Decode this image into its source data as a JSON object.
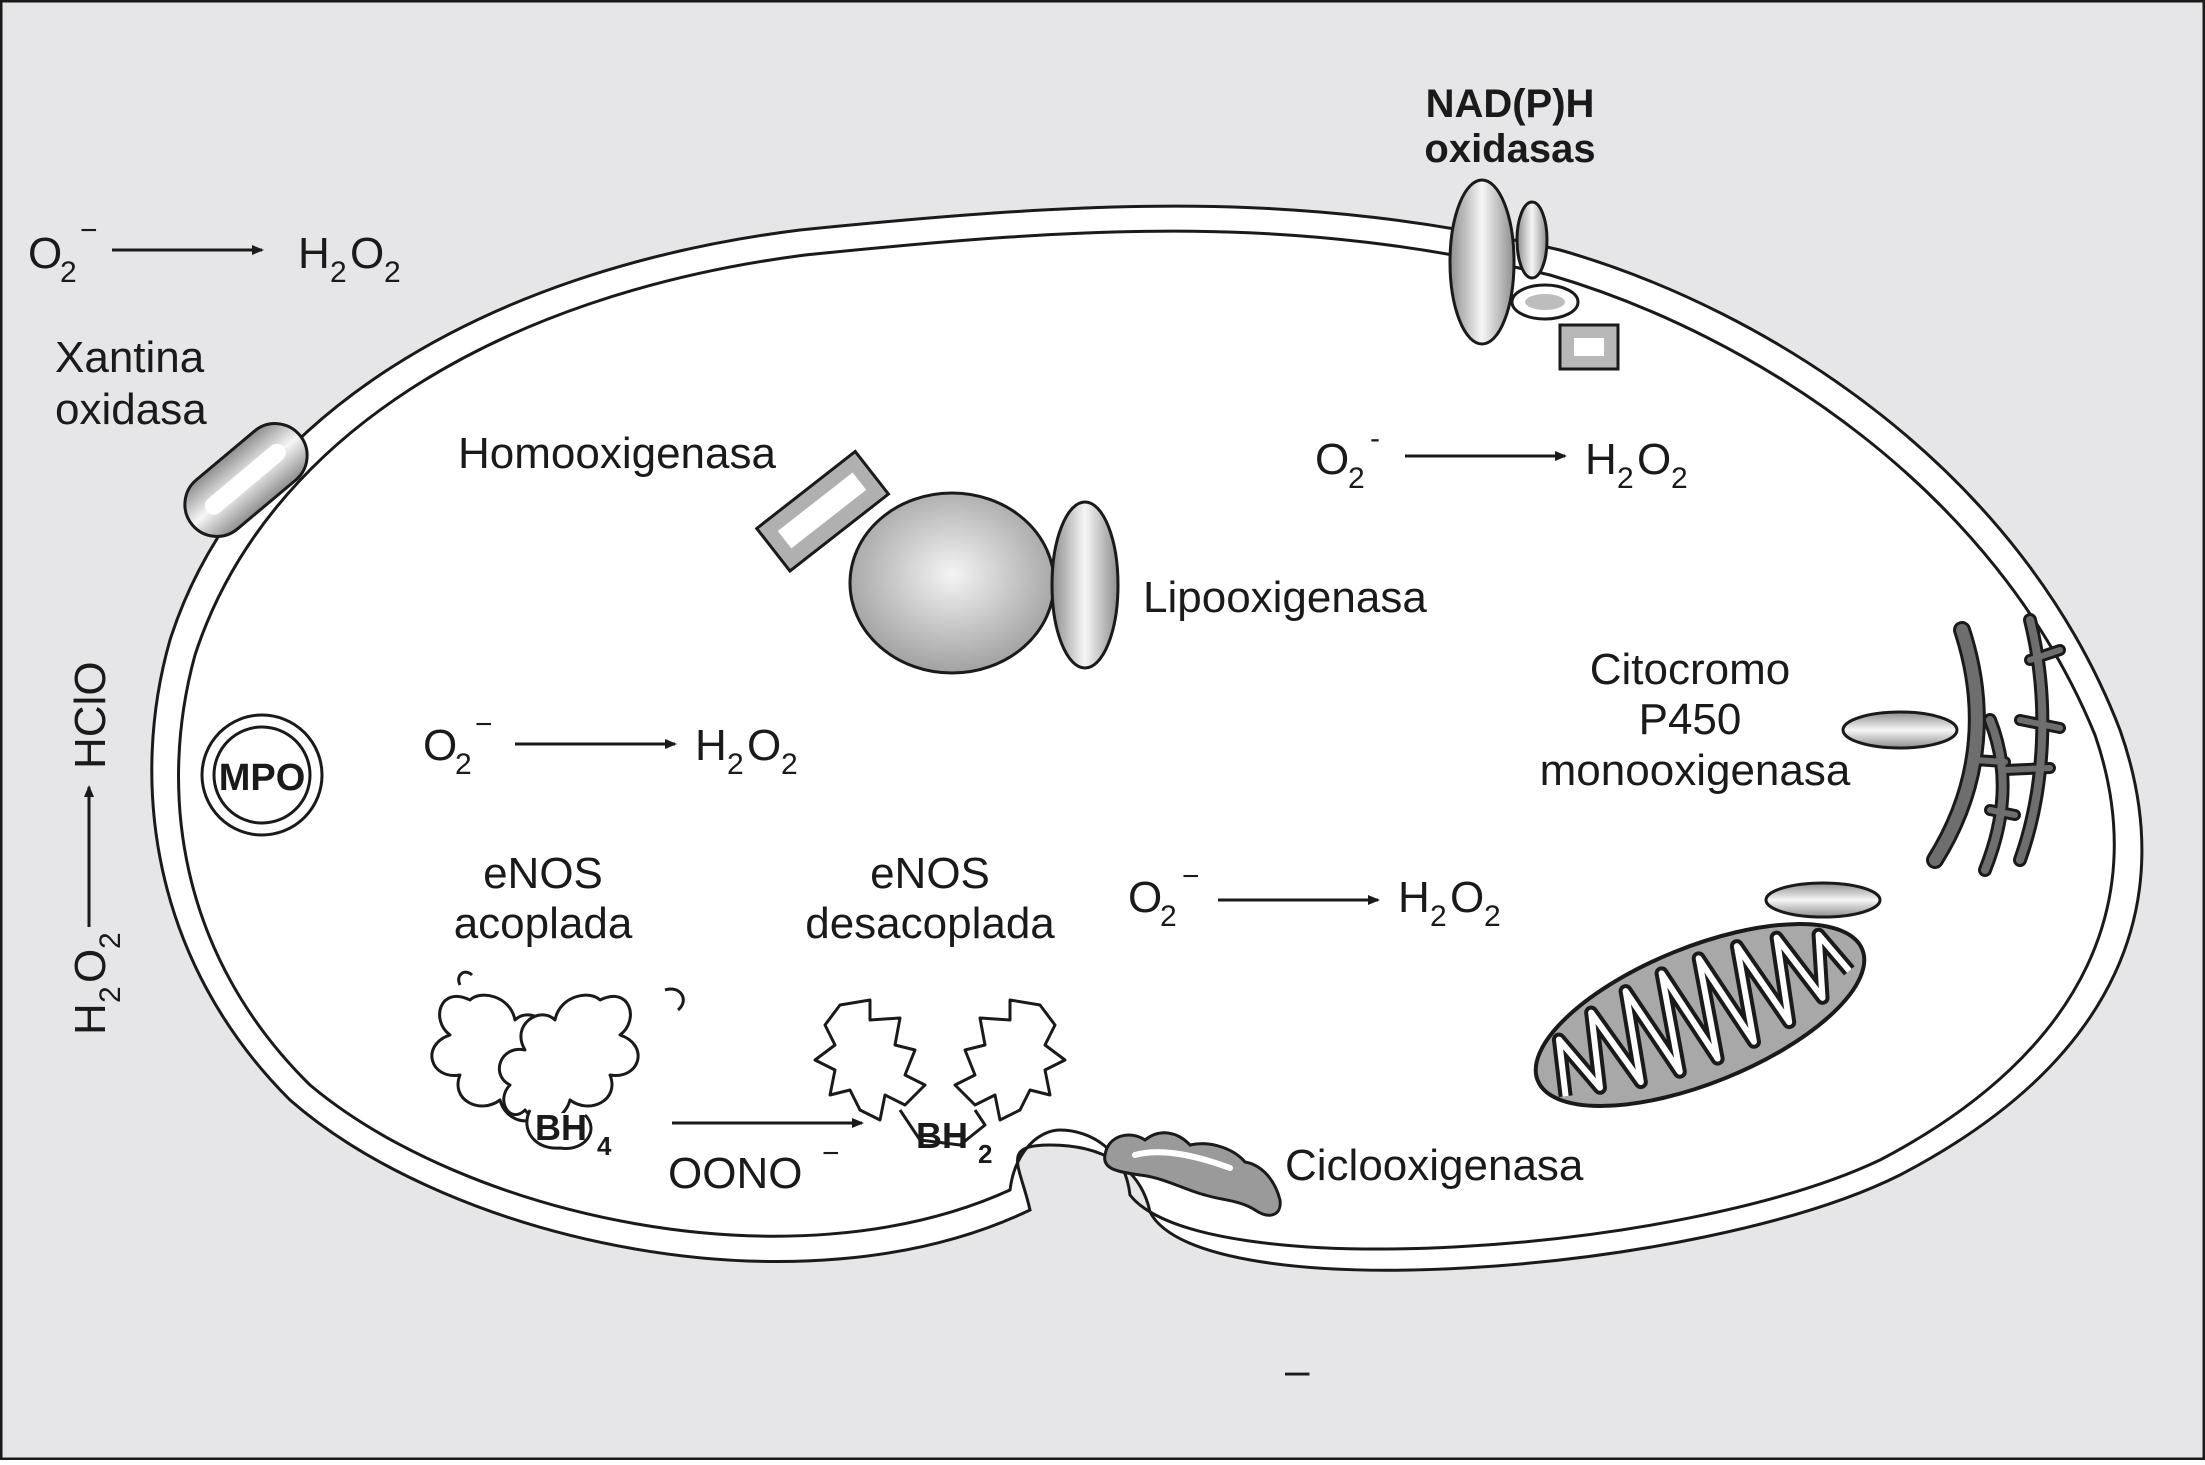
{
  "colors": {
    "background": "#e6e6e8",
    "cell_fill": "#ffffff",
    "outline": "#1a1a1a",
    "organelle_gray": "#9a9a9a",
    "er_gray": "#6e6e6e"
  },
  "extracellular": {
    "reaction_top_left": {
      "reactant": "O",
      "reactant_sub": "2",
      "reactant_sup": "−",
      "product_a": "H",
      "product_a_sub": "2",
      "product_b": "O",
      "product_b_sub": "2"
    },
    "xanthine_oxidase": {
      "line1": "Xantina",
      "line2": "oxidasa"
    },
    "vertical_reaction": {
      "reactant": "H",
      "reactant_sub": "2",
      "reactant_b": "O",
      "reactant_b_sub": "2",
      "product": "HClO"
    },
    "nadph_oxidases": {
      "line1": "NAD(P)H",
      "line2": "oxidasas"
    },
    "membrane_charge": "–"
  },
  "intracellular": {
    "heme_oxygenase": "Homooxigenasa",
    "lipoxygenase": "Lipooxigenasa",
    "mpo": "MPO",
    "reaction_right_top": {
      "reactant": "O",
      "reactant_sub": "2",
      "reactant_sup": "-",
      "product_a": "H",
      "product_a_sub": "2",
      "product_b": "O",
      "product_b_sub": "2"
    },
    "reaction_center": {
      "reactant": "O",
      "reactant_sub": "2",
      "reactant_sup": "−",
      "product_a": "H",
      "product_a_sub": "2",
      "product_b": "O",
      "product_b_sub": "2"
    },
    "reaction_lower": {
      "reactant": "O",
      "reactant_sub": "2",
      "reactant_sup": "−",
      "product_a": "H",
      "product_a_sub": "2",
      "product_b": "O",
      "product_b_sub": "2"
    },
    "cytochrome": {
      "line1": "Citocromo",
      "line2": "P450",
      "line3": "monooxigenasa"
    },
    "enos_coupled": {
      "line1": "eNOS",
      "line2": "acoplada",
      "cofactor": "BH",
      "cofactor_sub": "4"
    },
    "enos_uncoupled": {
      "line1": "eNOS",
      "line2": "desacoplada",
      "cofactor": "BH",
      "cofactor_sub": "2"
    },
    "peroxynitrite": {
      "text": "OONO",
      "sup": "−"
    },
    "cyclooxygenase": "Ciclooxigenasa"
  }
}
